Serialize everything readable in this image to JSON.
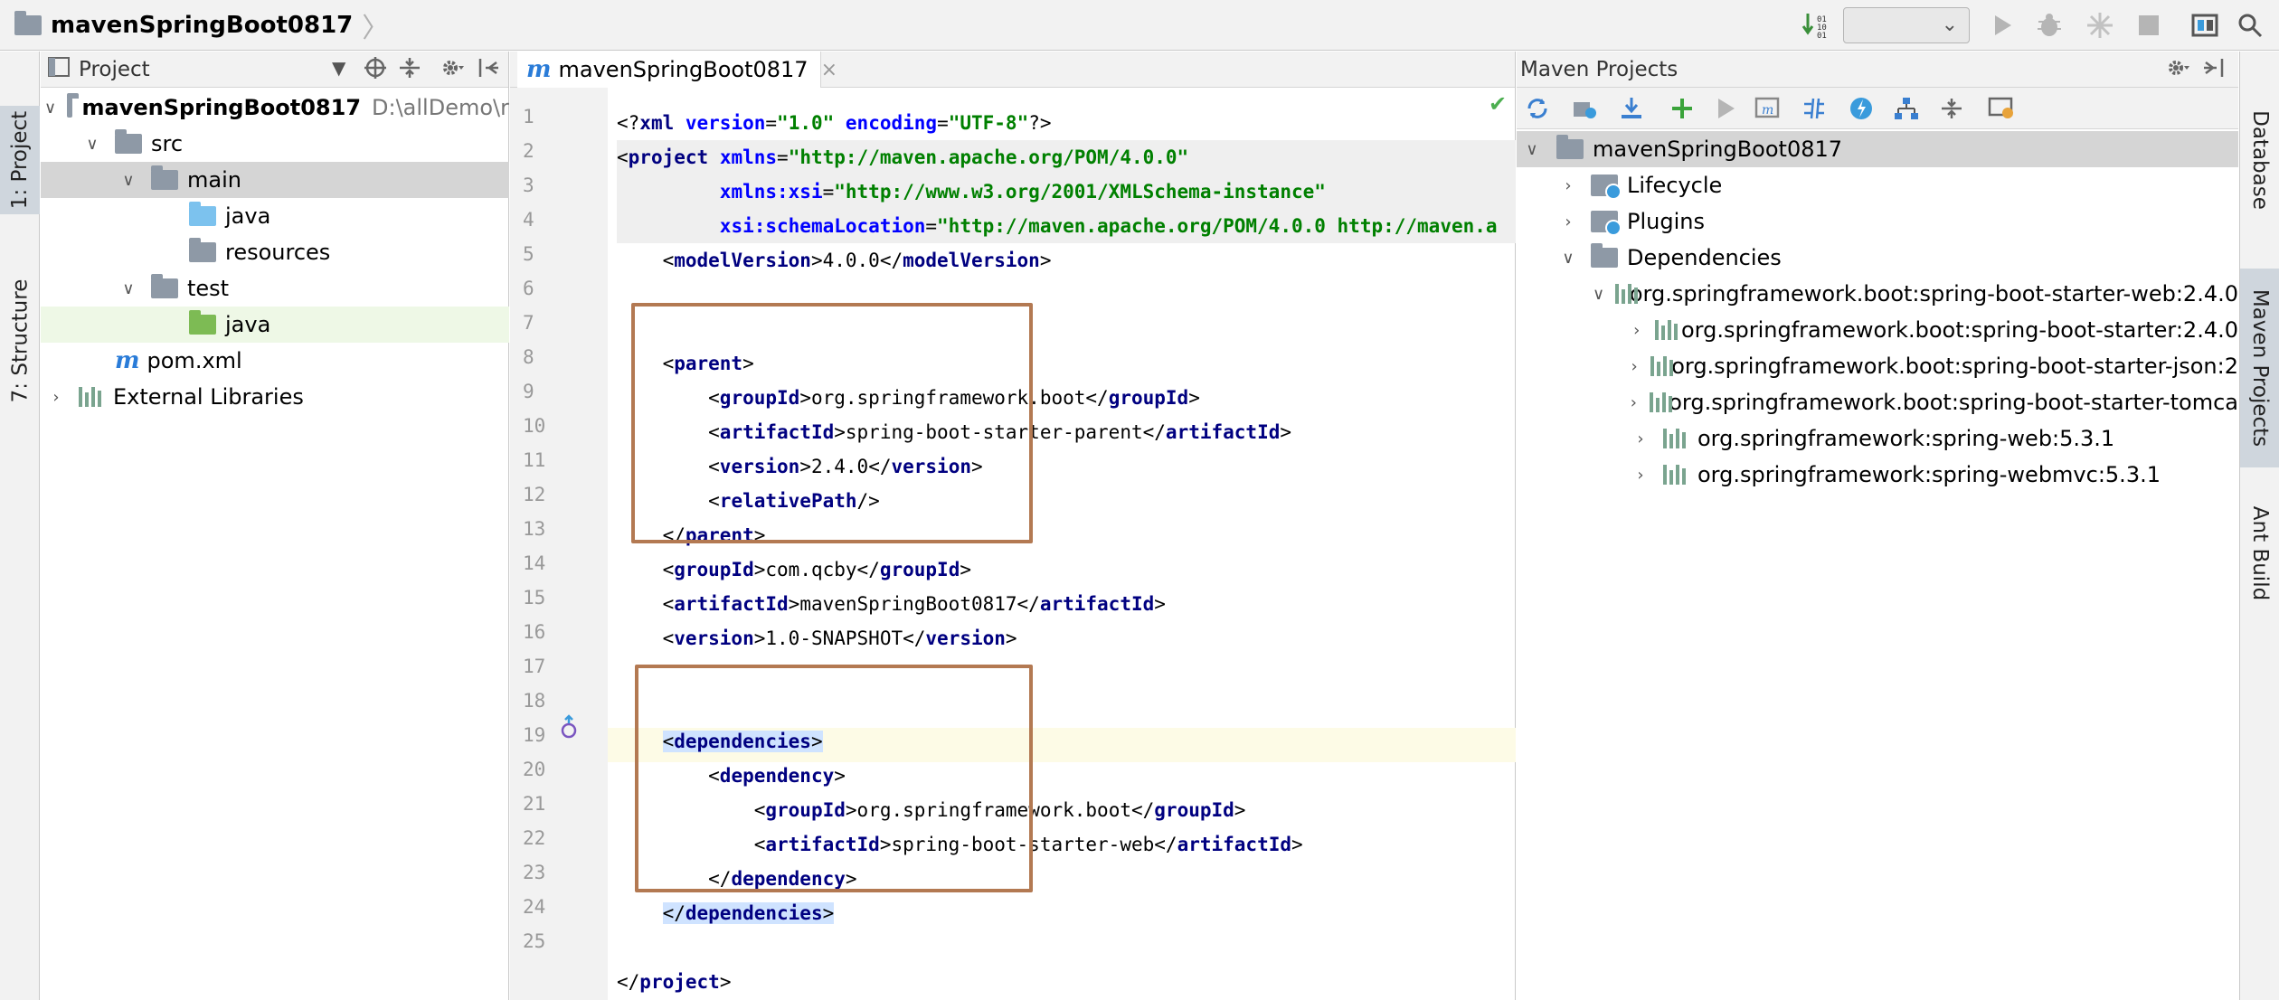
{
  "breadcrumb": {
    "project": "mavenSpringBoot0817"
  },
  "toolbar": {
    "config_select_value": ""
  },
  "left_tabs": {
    "project": "1: Project",
    "structure": "7: Structure"
  },
  "right_tabs": {
    "database": "Database",
    "maven": "Maven Projects",
    "ant": "Ant Build"
  },
  "project_panel": {
    "title": "Project",
    "tree": [
      {
        "label": "mavenSpringBoot0817",
        "hint": "D:\\allDemo\\r"
      },
      {
        "label": "src"
      },
      {
        "label": "main"
      },
      {
        "label": "java"
      },
      {
        "label": "resources"
      },
      {
        "label": "test"
      },
      {
        "label": "java"
      },
      {
        "label": "pom.xml"
      },
      {
        "label": "External Libraries"
      }
    ]
  },
  "editor": {
    "tab_label": "mavenSpringBoot0817",
    "lines": [
      {
        "n": "1"
      },
      {
        "n": "2"
      },
      {
        "n": "3"
      },
      {
        "n": "4"
      },
      {
        "n": "5"
      },
      {
        "n": "6"
      },
      {
        "n": "7"
      },
      {
        "n": "8"
      },
      {
        "n": "9"
      },
      {
        "n": "10"
      },
      {
        "n": "11"
      },
      {
        "n": "12"
      },
      {
        "n": "13"
      },
      {
        "n": "14"
      },
      {
        "n": "15"
      },
      {
        "n": "16"
      },
      {
        "n": "17"
      },
      {
        "n": "18"
      },
      {
        "n": "19"
      },
      {
        "n": "20"
      },
      {
        "n": "21"
      },
      {
        "n": "22"
      },
      {
        "n": "23"
      },
      {
        "n": "24"
      },
      {
        "n": "25"
      }
    ],
    "code": {
      "l1_a": "<?",
      "l1_tag": "xml",
      "l1_attr1": " version",
      "l1_eq1": "=",
      "l1_val1": "\"1.0\"",
      "l1_attr2": " encoding",
      "l1_eq2": "=",
      "l1_val2": "\"UTF-8\"",
      "l1_end": "?>",
      "l2_a": "<",
      "l2_tag": "project",
      "l2_attr": " xmlns",
      "l2_eq": "=",
      "l2_val": "\"http://maven.apache.org/POM/4.0.0\"",
      "l3_attr": "xmlns:xsi",
      "l3_eq": "=",
      "l3_val": "\"http://www.w3.org/2001/XMLSchema-instance\"",
      "l4_attr": "xsi:schemaLocation",
      "l4_eq": "=",
      "l4_val": "\"http://maven.apache.org/POM/4.0.0 http://maven.a",
      "modelVersion_open": "modelVersion",
      "modelVersion_val": "4.0.0",
      "parent": "parent",
      "groupId": "groupId",
      "artifactId": "artifactId",
      "version": "version",
      "relativePath": "relativePath",
      "parent_groupId": "org.springframework.boot",
      "parent_artifactId": "spring-boot-starter-parent",
      "parent_version": "2.4.0",
      "project_groupId": "com.qcby",
      "project_artifactId": "mavenSpringBoot0817",
      "project_version": "1.0-SNAPSHOT",
      "dependencies": "dependencies",
      "dependency": "dependency",
      "dep_groupId": "org.springframework.boot",
      "dep_artifactId": "spring-boot-starter-web",
      "project_close": "project"
    }
  },
  "maven_panel": {
    "title": "Maven Projects",
    "tree": [
      {
        "label": "mavenSpringBoot0817"
      },
      {
        "label": "Lifecycle"
      },
      {
        "label": "Plugins"
      },
      {
        "label": "Dependencies"
      },
      {
        "label": "org.springframework.boot:spring-boot-starter-web:2.4.0"
      },
      {
        "label": "org.springframework.boot:spring-boot-starter:2.4.0"
      },
      {
        "label": "org.springframework.boot:spring-boot-starter-json:2"
      },
      {
        "label": "org.springframework.boot:spring-boot-starter-tomca"
      },
      {
        "label": "org.springframework:spring-web:5.3.1"
      },
      {
        "label": "org.springframework:spring-webmvc:5.3.1"
      }
    ]
  },
  "colors": {
    "accent": "#2a7cd8",
    "highlight_box": "#b37952",
    "tag": "#000080",
    "attr": "#0000ff",
    "value": "#008000"
  }
}
